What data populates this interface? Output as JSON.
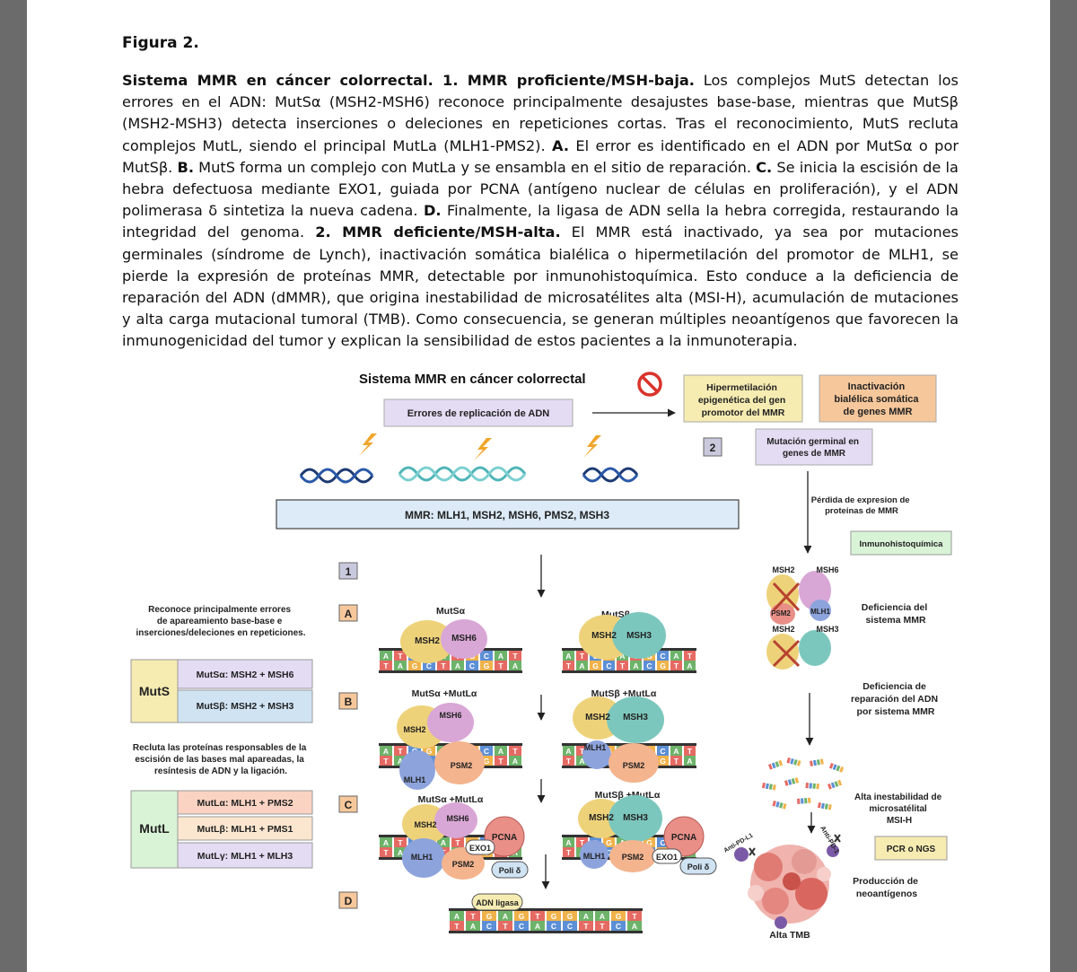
{
  "figure_label": "Figura 2.",
  "caption": [
    {
      "text": "Sistema MMR en cáncer colorrectal. 1. MMR proficiente/MSH-baja.",
      "bold": true
    },
    {
      "text": "  Los complejos MutS detectan los errores en el ADN: MutSα (MSH2-MSH6) reconoce principalmente desajustes base-base, mientras que MutSβ (MSH2-MSH3) detecta inserciones o deleciones en repeticiones cortas. Tras el reconocimiento, MutS recluta complejos MutL, siendo el principal MutLa (MLH1-PMS2). ",
      "bold": false
    },
    {
      "text": "A.",
      "bold": true
    },
    {
      "text": " El error es identificado en el ADN por MutSα o por MutSβ. ",
      "bold": false
    },
    {
      "text": "B.",
      "bold": true
    },
    {
      "text": " MutS forma un complejo con MutLa y se ensambla en el sitio de reparación. ",
      "bold": false
    },
    {
      "text": "C.",
      "bold": true
    },
    {
      "text": " Se inicia la escisión de la hebra defectuosa mediante EXO1, guiada por PCNA (antígeno nuclear de células en proliferación), y el ADN polimerasa δ sintetiza la nueva cadena. ",
      "bold": false
    },
    {
      "text": "D.",
      "bold": true
    },
    {
      "text": " Finalmente, la ligasa de ADN sella la hebra corregida, restaurando la integridad del genoma. ",
      "bold": false
    },
    {
      "text": "2. MMR deficiente/MSH-alta.",
      "bold": true
    },
    {
      "text": " El MMR está inactivado, ya sea por mutaciones germinales (síndrome de Lynch), inactivación somática bialélica o hipermetilación del promotor de MLH1, se pierde la expresión de proteínas MMR, detectable por inmunohistoquímica. Esto conduce a la deficiencia de reparación del ADN (dMMR), que origina inestabilidad de microsatélites alta (MSI-H), acumulación de mutaciones y alta carga mutacional tumoral (TMB). Como consecuencia, se generan múltiples neoantígenos que favorecen la inmunogenicidad del tumor y explican la sensibilidad de estos pacientes a la inmunoterapia.",
      "bold": false
    }
  ],
  "diagram": {
    "title": "Sistema MMR  en cáncer colorrectal",
    "errors_box": "Errores de replicación de ADN",
    "hypermethylation": [
      "Hipermetilación",
      "epigenética del gen",
      "promotor del MMR"
    ],
    "biallelic": [
      "Inactivación",
      "bialélica somática",
      "de genes MMR"
    ],
    "germline": [
      "Mutación germinal en",
      "genes de MMR"
    ],
    "label_2": "2",
    "label_1": "1",
    "mmr_bar": "MMR: MLH1, MSH2, MSH6, PMS2, MSH3",
    "loss_expression": [
      "Pérdida de expresion de",
      "proteinas de MMR"
    ],
    "ihc": "Inmunohistoquímica",
    "mutS_desc": [
      "Reconoce principalmente errores",
      "de apareamiento base-base e",
      "inserciones/deleciones en repeticiones."
    ],
    "mutS_label": "MutS",
    "mutS_items": [
      "MutSα: MSH2 + MSH6",
      "MutSβ: MSH2 + MSH3"
    ],
    "mutL_desc": [
      "Recluta las proteínas responsables de la",
      "escisión de las bases mal apareadas, la",
      "resíntesis de ADN y la ligación."
    ],
    "mutL_label": "MutL",
    "mutL_items": [
      "MutLα: MLH1 + PMS2",
      "MutLβ: MLH1 + PMS1",
      "MutLγ: MLH1 + MLH3"
    ],
    "step_A": "A",
    "step_B": "B",
    "step_C": "C",
    "step_D": "D",
    "mutSa": "MutSα",
    "mutSb": "MutSβ",
    "mutSa_mutLa": "MutSα +MutLα",
    "mutSb_mutLa": "MutSβ +MutLα",
    "msh2": "MSH2",
    "msh6": "MSH6",
    "msh3": "MSH3",
    "psm2": "PSM2",
    "mlh1": "MLH1",
    "pcna": "PCNA",
    "exo1": "EXO1",
    "poli": "Poli δ",
    "ligase": "ADN ligasa",
    "dna_top": [
      "A",
      "T",
      "C",
      "G",
      "A",
      "T",
      "G",
      "C",
      "A",
      "T"
    ],
    "dna_bottom": [
      "T",
      "A",
      "G",
      "C",
      "T",
      "A",
      "C",
      "G",
      "T",
      "A"
    ],
    "lig_top": [
      "A",
      "T",
      "G",
      "A",
      "G",
      "T",
      "G",
      "G",
      "A",
      "A",
      "G",
      "T"
    ],
    "lig_bottom": [
      "T",
      "A",
      "C",
      "T",
      "C",
      "A",
      "C",
      "C",
      "T",
      "T",
      "C",
      "A"
    ],
    "mmr_deficiency": [
      "Deficiencia del",
      "sistema  MMR"
    ],
    "dna_repair_deficiency": [
      "Deficiencia de",
      "reparación del ADN",
      "por sistema MMR"
    ],
    "msi": [
      "Alta inestabilidad  de",
      "microsatélital",
      "MSI-H"
    ],
    "pcr": "PCR o NGS",
    "neoantigens": [
      "Producción de",
      "neoantígenos"
    ],
    "tmb": "Alta TMB",
    "anti_pd1": "Anti-PD-1",
    "anti_pdl1": "Anti-PD-L1"
  },
  "colors": {
    "lavender": "#e4dcf3",
    "peach": "#f6c79b",
    "blue_light": "#cfe3f3",
    "butter": "#f6ecb2",
    "cream": "#fbe6cf",
    "green_light": "#d9f3d6",
    "msh2": "#eed27a",
    "msh6": "#d9a7d6",
    "msh3": "#7cc7bd",
    "psm2": "#f4b48e",
    "mlh1": "#8da3dc",
    "pcna": "#e98f88"
  }
}
